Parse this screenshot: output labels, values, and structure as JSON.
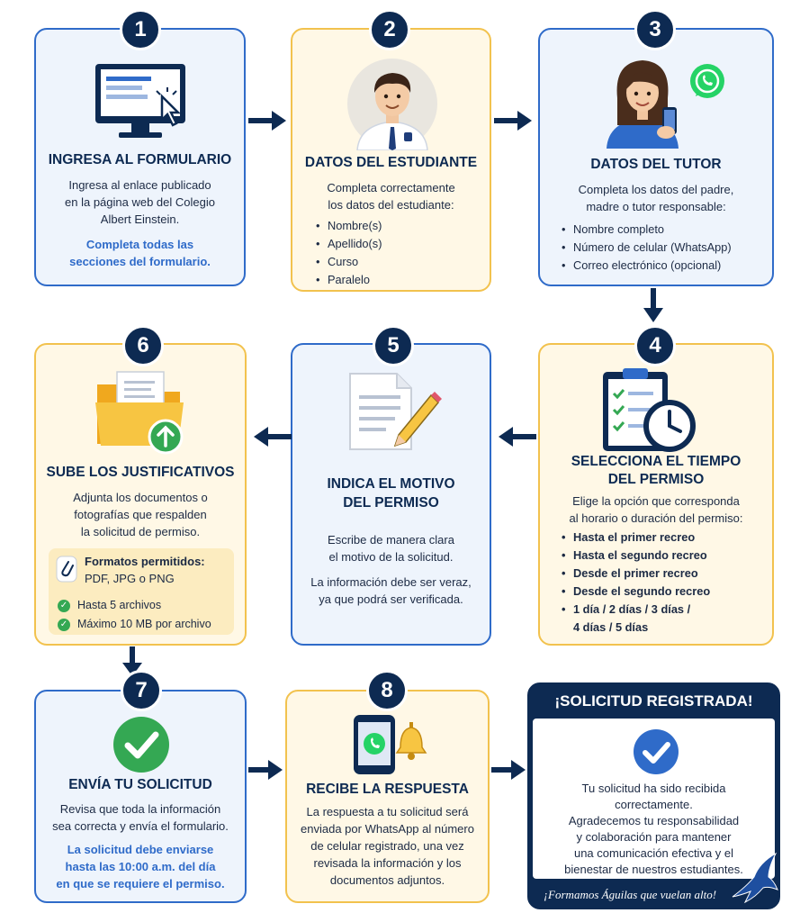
{
  "steps": [
    {
      "num": "1",
      "title": "INGRESA AL FORMULARIO",
      "text1": "Ingresa al enlace publicado",
      "text2": "en la página web del Colegio",
      "text3": "Albert Einstein.",
      "hl1": "Completa todas las",
      "hl2": "secciones del formulario."
    },
    {
      "num": "2",
      "title": "DATOS DEL ESTUDIANTE",
      "text1": "Completa correctamente",
      "text2": "los datos del estudiante:",
      "items": [
        "Nombre(s)",
        "Apellido(s)",
        "Curso",
        "Paralelo"
      ]
    },
    {
      "num": "3",
      "title": "DATOS DEL TUTOR",
      "text1": "Completa los datos del padre,",
      "text2": "madre o tutor responsable:",
      "items": [
        "Nombre completo",
        "Número de celular (WhatsApp)",
        "Correo electrónico (opcional)"
      ]
    },
    {
      "num": "4",
      "title1": "SELECCIONA EL TIEMPO",
      "title2": "DEL PERMISO",
      "text1": "Elige la opción que corresponda",
      "text2": "al horario o duración del permiso:",
      "items": [
        "Hasta el primer recreo",
        "Hasta el segundo recreo",
        "Desde el primer recreo",
        "Desde el segundo recreo",
        "1 día / 2 días / 3 días /"
      ],
      "item_cont": "4 días / 5 días"
    },
    {
      "num": "5",
      "title1": "INDICA EL MOTIVO",
      "title2": "DEL PERMISO",
      "text1": "Escribe de manera clara",
      "text2": "el motivo de la solicitud.",
      "text3": "La información debe ser veraz,",
      "text4": "ya que podrá ser verificada."
    },
    {
      "num": "6",
      "title": "SUBE LOS JUSTIFICATIVOS",
      "text1": "Adjunta los documentos o",
      "text2": "fotografías que respalden",
      "text3": "la solicitud de permiso.",
      "formats_label": "Formatos permitidos:",
      "formats_value": "PDF, JPG o PNG",
      "checks": [
        "Hasta 5 archivos",
        "Máximo 10 MB por archivo"
      ]
    },
    {
      "num": "7",
      "title": "ENVÍA TU SOLICITUD",
      "text1": "Revisa que toda la información",
      "text2": "sea correcta y envía el formulario.",
      "hl1": "La solicitud debe enviarse",
      "hl2": "hasta las 10:00 a.m. del día",
      "hl3": "en que se requiere el permiso."
    },
    {
      "num": "8",
      "title": "RECIBE LA RESPUESTA",
      "text1": "La respuesta a tu solicitud será",
      "text2": "enviada por WhatsApp al número",
      "text3": "de celular registrado, una vez",
      "text4": "revisada la información y los",
      "text5": "documentos adjuntos."
    }
  ],
  "final": {
    "title": "¡SOLICITUD REGISTRADA!",
    "lines": [
      "Tu solicitud ha sido recibida",
      "correctamente.",
      "Agradecemos tu responsabilidad",
      "y colaboración para mantener",
      "una comunicación efectiva y el",
      "bienestar de nuestros estudiantes."
    ],
    "slogan": "¡Formamos Águilas que vuelan alto!"
  },
  "colors": {
    "navy": "#0d2a52",
    "blue": "#2f6bc9",
    "yellow": "#f2c24e",
    "green": "#34a853",
    "whatsapp": "#25d366"
  },
  "icons": [
    "computer-cursor-icon",
    "student-avatar-icon",
    "tutor-phone-icon",
    "whatsapp-icon",
    "clipboard-clock-icon",
    "document-pencil-icon",
    "folder-upload-icon",
    "paperclip-icon",
    "check-circle-icon",
    "phone-bell-icon",
    "eagle-icon"
  ]
}
